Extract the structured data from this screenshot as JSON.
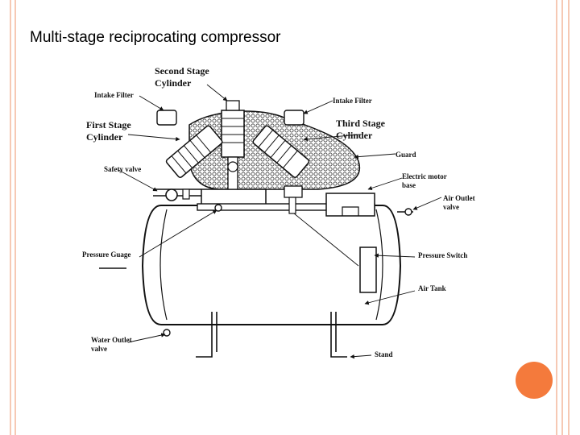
{
  "slide": {
    "title": "Multi-stage reciprocating compressor"
  },
  "diagram": {
    "labels": {
      "second_stage_cylinder_line1": "Second Stage",
      "second_stage_cylinder_line2": "Cylinder",
      "intake_filter_left": "Intake Filter",
      "intake_filter_right": "Intake Filter",
      "first_stage_cylinder_line1": "First Stage",
      "first_stage_cylinder_line2": "Cylinder",
      "third_stage_cylinder_line1": "Third Stage",
      "third_stage_cylinder_line2": "Cylinder",
      "guard": "Guard",
      "safety_valve": "Safety valve",
      "electric_motor_base_line1": "Electric motor",
      "electric_motor_base_line2": "base",
      "air_outlet_valve_line1": "Air Outlet",
      "air_outlet_valve_line2": "valve",
      "pressure_gauge": "Pressure Guage",
      "pressure_switch": "Pressure Switch",
      "air_tank": "Air Tank",
      "water_outlet_valve_line1": "Water Outlet",
      "water_outlet_valve_line2": "valve",
      "stand": "Stand"
    }
  },
  "theme": {
    "frame_color": "#f6c9b4",
    "accent_circle": "#f47a3c"
  }
}
